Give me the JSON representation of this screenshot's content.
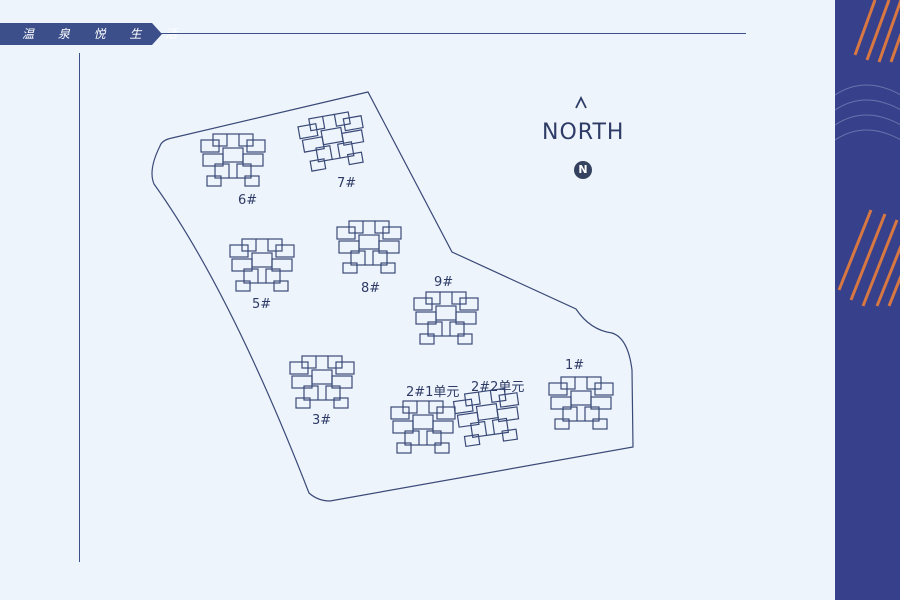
{
  "header": {
    "title": "温 泉 悦 生 活"
  },
  "compass": {
    "label": "NORTH",
    "badge": "N"
  },
  "buildings": [
    {
      "id": "6",
      "label": "6#"
    },
    {
      "id": "7",
      "label": "7#"
    },
    {
      "id": "5",
      "label": "5#"
    },
    {
      "id": "8",
      "label": "8#"
    },
    {
      "id": "9",
      "label": "9#"
    },
    {
      "id": "3",
      "label": "3#"
    },
    {
      "id": "2-1",
      "label": "2#1单元"
    },
    {
      "id": "2-2",
      "label": "2#2单元"
    },
    {
      "id": "1",
      "label": "1#"
    }
  ],
  "colors": {
    "background": "#eef4fb",
    "ink": "#2d3b66",
    "banner": "#3c4f8a",
    "panel": "#37408a",
    "accent": "#e07a3f"
  }
}
